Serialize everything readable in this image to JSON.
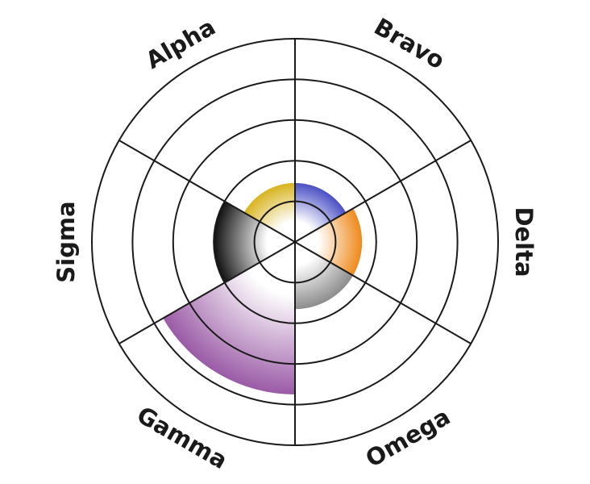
{
  "chart_data": {
    "type": "polar-area",
    "title": "",
    "start_angle_deg": 0,
    "direction": "clockwise",
    "rlim": [
      0,
      5
    ],
    "rings": [
      1,
      2,
      3,
      4,
      5
    ],
    "grid": true,
    "legend": "none",
    "categories": [
      "Bravo",
      "Delta",
      "Omega",
      "Gamma",
      "Sigma",
      "Alpha"
    ],
    "values": [
      1.45,
      1.65,
      1.65,
      3.75,
      2.0,
      1.45
    ],
    "colors": [
      "#4a4fc4",
      "#ef8a1c",
      "#8c8c8c",
      "#9a5aa6",
      "#111111",
      "#d8b420"
    ]
  }
}
